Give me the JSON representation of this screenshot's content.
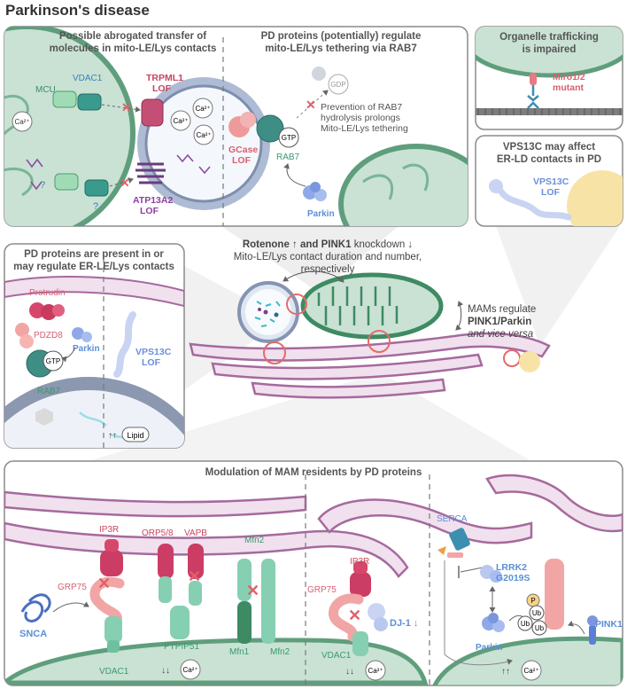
{
  "title": "Parkinson's disease",
  "colors": {
    "panel_border": "#8a8a8a",
    "panel_fill": "#ededed",
    "mito_fill": "#bfdccd",
    "mito_stroke": "#5f9e7c",
    "er_fill": "#f1e0ee",
    "er_stroke": "#a56a9d",
    "lys_fill": "#d9e3f0",
    "lys_stroke": "#8594b2",
    "pink": "#d7476b",
    "blue_label": "#5b8fd6",
    "red_label": "#d85f6f"
  },
  "panel_a": {
    "header_left": [
      "Possible abrogated transfer of",
      "molecules in mito-LE/Lys contacts"
    ],
    "header_right": [
      "PD proteins (potentially) regulate",
      "mito-LE/Lys tethering via RAB7"
    ],
    "labels": {
      "vdac1": "VDAC1",
      "mcu": "MCU",
      "ca": "Ca²⁺",
      "q1": "?",
      "q2": "?",
      "trpml1": [
        "TRPML1",
        "LOF"
      ],
      "atp13a2": [
        "ATP13A2",
        "LOF"
      ],
      "gcase": [
        "GCase",
        "LOF"
      ],
      "gtp": "GTP",
      "gdp": "GDP",
      "rab7": "RAB7",
      "parkin": "Parkin",
      "prevention": [
        "Prevention of RAB7",
        "hydrolysis prolongs",
        "Mito-LE/Lys tethering"
      ]
    }
  },
  "panel_b": {
    "header": [
      "Organelle trafficking",
      "is impaired"
    ],
    "label": [
      "Miro1/2",
      "mutant"
    ]
  },
  "panel_c": {
    "header": [
      "VPS13C may affect",
      "ER-LD contacts in PD"
    ],
    "label": [
      "VPS13C",
      "LOF"
    ]
  },
  "panel_d": {
    "header": [
      "PD proteins are present in or",
      "may regulate ER-LE/Lys contacts"
    ],
    "labels": {
      "protrudin": "Protrudin",
      "pdzd8": "PDZD8",
      "parkin": "Parkin",
      "gtp": "GTP",
      "rab7": "RAB7",
      "vps13c": [
        "VPS13C",
        "LOF"
      ],
      "lipid": "Lipid",
      "arrows": "↑↑"
    }
  },
  "center": {
    "rotenone_line": [
      "Rotenone ↑ and ",
      "PINK1",
      " knockdown ↓"
    ],
    "line2": "Mito-LE/Lys contact duration and number,",
    "line3": "respectively",
    "mams": [
      "MAMs regulate",
      "PINK1/Parkin",
      "and vice versa"
    ]
  },
  "panel_e": {
    "header": "Modulation of MAM residents by PD proteins",
    "labels": {
      "ip3r_1": "IP3R",
      "grp75_1": "GRP75",
      "snca": "SNCA",
      "vdac1_1": "VDAC1",
      "orp58": "ORP5/8",
      "vapb": "VAPB",
      "ptpip51": "PTPIP51",
      "mfn2_top": "Mfn2",
      "mfn1": "Mfn1",
      "mfn2_bottom": "Mfn2",
      "ip3r_2": "IP3R",
      "grp75_2": "GRP75",
      "dj1": "DJ-1 ↓",
      "vdac1_2": "VDAC1",
      "serca": "SERCA",
      "lrrk2": [
        "LRRK2",
        "G2019S"
      ],
      "parkin": "Parkin",
      "pink1": "PINK1",
      "p": "P",
      "ub": "Ub",
      "ca": "Ca²⁺",
      "down": "↓↓",
      "up": "↑↑"
    }
  }
}
